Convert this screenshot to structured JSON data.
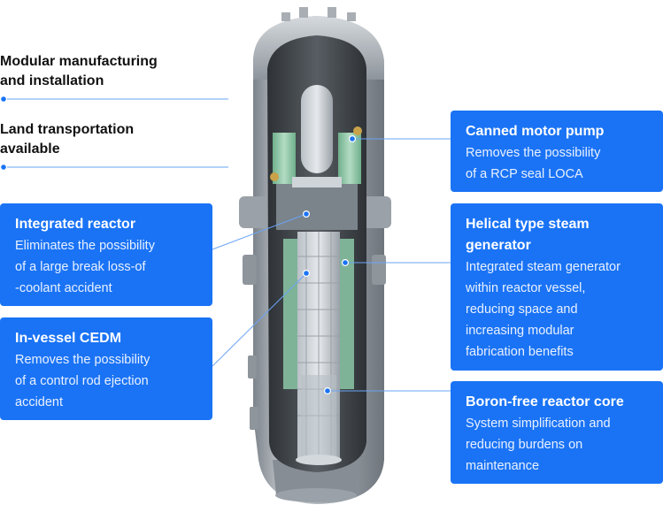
{
  "left_labels": [
    {
      "lines": [
        "Modular manufacturing",
        "and installation"
      ]
    },
    {
      "lines": [
        "Land transportation",
        "available"
      ]
    }
  ],
  "left_cards": [
    {
      "title": [
        "Integrated reactor"
      ],
      "body": [
        "Eliminates the possibility",
        "of a large break loss-of",
        "-coolant accident"
      ]
    },
    {
      "title": [
        "In-vessel CEDM"
      ],
      "body": [
        "Removes the possibility",
        "of a control rod ejection",
        "accident"
      ]
    }
  ],
  "right_cards": [
    {
      "title": [
        "Canned motor pump"
      ],
      "body": [
        "Removes the possibility",
        "of a RCP seal LOCA"
      ]
    },
    {
      "title": [
        "Helical type steam",
        "generator"
      ],
      "body": [
        "Integrated steam generator",
        "within reactor vessel,",
        "reducing space and",
        "increasing modular",
        "fabrication benefits"
      ]
    },
    {
      "title": [
        "Boron-free reactor core"
      ],
      "body": [
        "System simplification and",
        "reducing burdens on",
        "maintenance"
      ]
    }
  ],
  "colors": {
    "accent": "#1a73f5",
    "leader_line": "#6aa4f5",
    "vessel_steel": "#9aa1a8",
    "interior": "#3f4448",
    "core_green": "#8fc7a6"
  }
}
